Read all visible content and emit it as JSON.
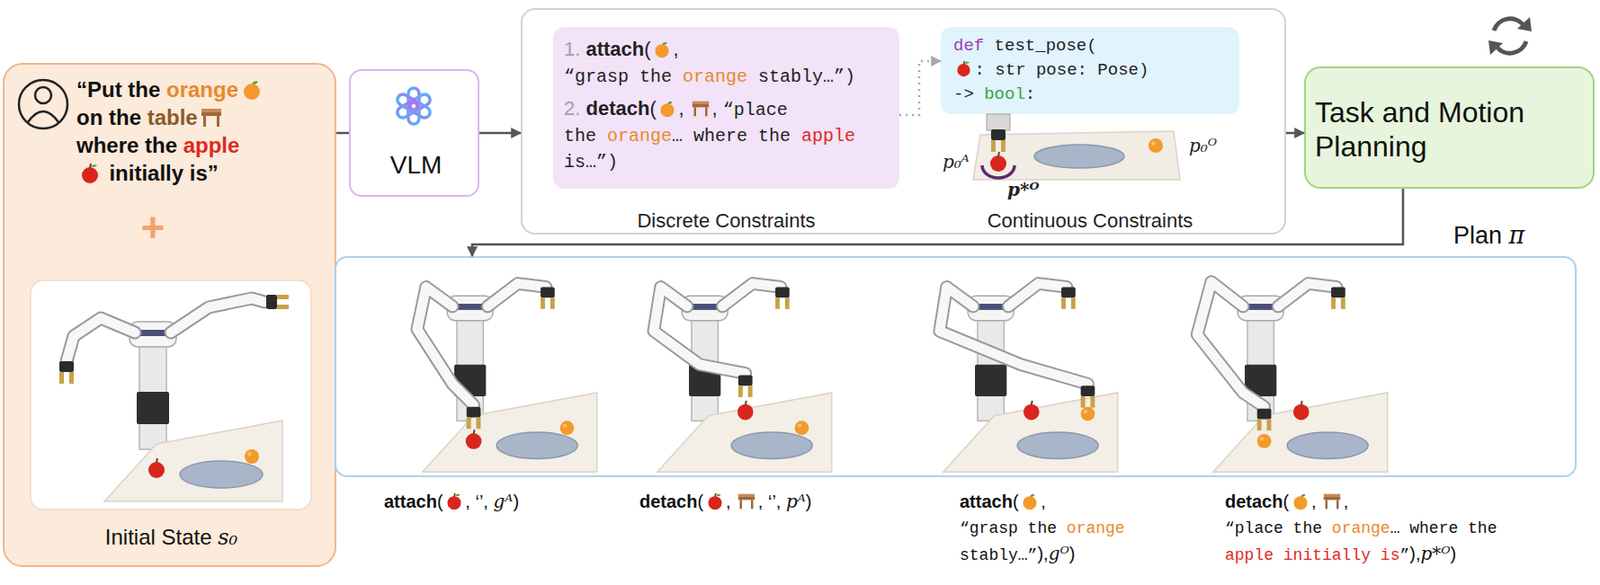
{
  "diagram": {
    "nodes": [
      {
        "text": [
          "“Put the orange on the table where the apple initially is”",
          "Initial State s₀"
        ]
      },
      {
        "text": [
          "VLM"
        ]
      },
      {
        "text": []
      },
      {
        "text": [
          "1. attach(, “grasp the orange stably…”)",
          "2. detach(, , “place the orange… where the apple is…”)",
          "Discrete Constraints"
        ],
        "in": 2
      },
      {
        "text": [
          "def test_pose( : str pose: Pose) -> bool:",
          "Continuous Constraints"
        ],
        "in": 2
      },
      {
        "text": [
          "Task and Motion Planning"
        ]
      },
      {
        "text": [
          "attach(, ‘’, gᴬ)",
          "detach(, , ‘’, pᴬ)",
          "attach(, “grasp the orange stably…”),gᴼ)",
          "detach(, , “place the orange… where the apple initially is”),p*ᴼ)"
        ]
      }
    ],
    "edges": [
      {
        "from": 0,
        "to": 1,
        "arrow": "none"
      },
      {
        "from": 1,
        "to": 2,
        "arrow": "to"
      },
      {
        "from": 3,
        "to": 4,
        "arrow": "to"
      },
      {
        "from": 2,
        "to": 5,
        "arrow": "to"
      },
      {
        "from": 5,
        "to": 6,
        "arrow": "to"
      }
    ],
    "labels": [
      "+",
      "p₀ᴬ",
      "p*ᴼ",
      "p₀ᴼ",
      "Plan π"
    ]
  }
}
